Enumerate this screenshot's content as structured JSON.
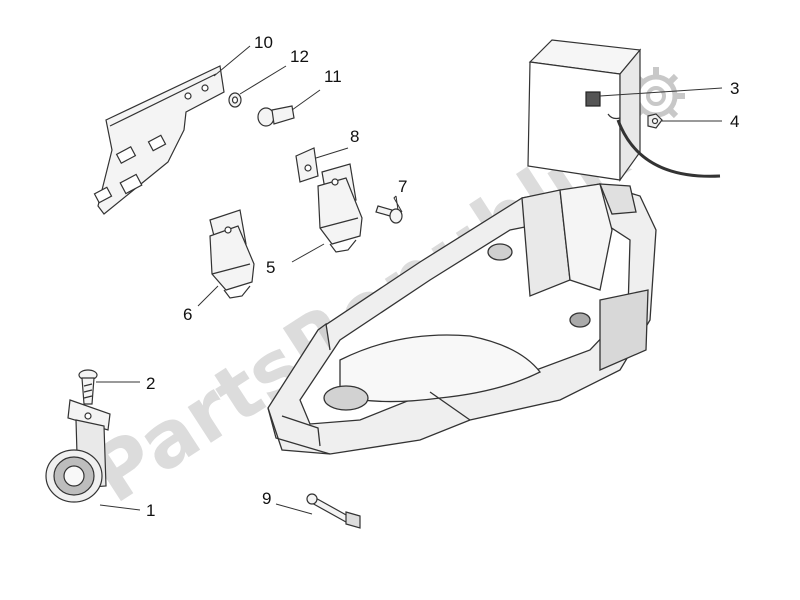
{
  "watermark": {
    "text": "PartsRepublik",
    "color": "#d9d9d9"
  },
  "colors": {
    "line": "#333333",
    "part_fill": "#f4f4f4",
    "shade": "#bdbdbd",
    "text": "#111111"
  },
  "callouts": [
    {
      "id": "1",
      "label": "1"
    },
    {
      "id": "2",
      "label": "2"
    },
    {
      "id": "3",
      "label": "3"
    },
    {
      "id": "4",
      "label": "4"
    },
    {
      "id": "5",
      "label": "5"
    },
    {
      "id": "6",
      "label": "6"
    },
    {
      "id": "7",
      "label": "7"
    },
    {
      "id": "8",
      "label": "8"
    },
    {
      "id": "9",
      "label": "9"
    },
    {
      "id": "10",
      "label": "10"
    },
    {
      "id": "11",
      "label": "11"
    },
    {
      "id": "12",
      "label": "12"
    }
  ],
  "icons": {
    "watermark_logo": "gear-icon"
  }
}
